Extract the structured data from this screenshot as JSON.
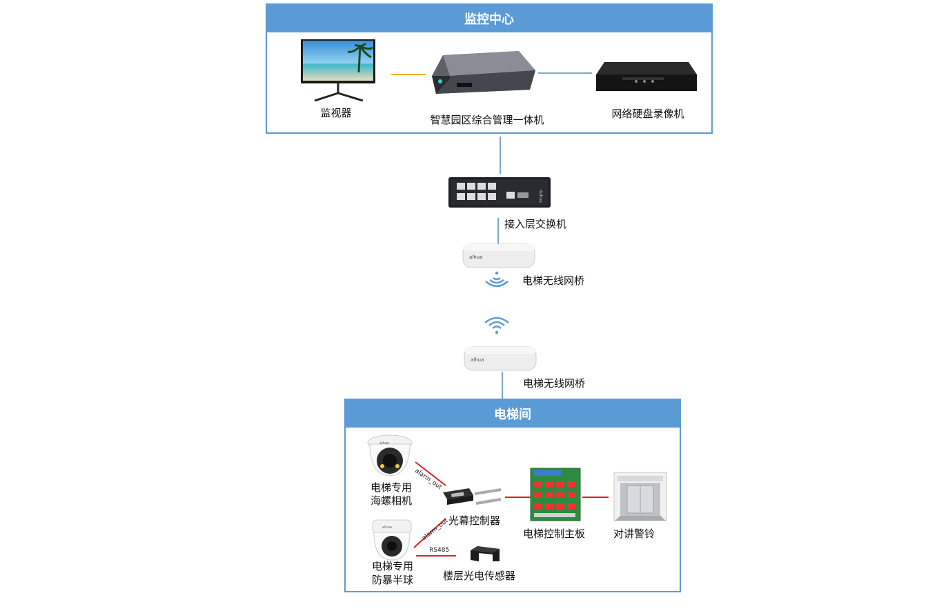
{
  "monitoring_center": {
    "title": "监控中心",
    "devices": {
      "monitor": "监视器",
      "management_host": "智慧园区综合管理一体机",
      "nvr": "网络硬盘录像机"
    }
  },
  "network": {
    "access_switch": "接入层交换机",
    "bridge_top": "电梯无线网桥",
    "bridge_bottom": "电梯无线网桥"
  },
  "elevator_room": {
    "title": "电梯间",
    "devices": {
      "conch_camera_line1": "电梯专用",
      "conch_camera_line2": "海螺相机",
      "light_curtain": "光幕控制器",
      "dome_camera_line1": "电梯专用",
      "dome_camera_line2": "防暴半球",
      "floor_sensor": "楼层光电传感器",
      "control_board": "电梯控制主板",
      "intercom": "对讲警铃"
    },
    "links": {
      "alarm_out_1": "alarm_out",
      "alarm_out_2": "alarm_out",
      "rs485": "RS485"
    }
  },
  "colors": {
    "panel_blue": "#5b9bd5",
    "wifi_blue": "#5b9bd5",
    "red_link": "#e02020",
    "yellow_link": "#f0b400",
    "connector_blue": "#7aa7cf"
  }
}
